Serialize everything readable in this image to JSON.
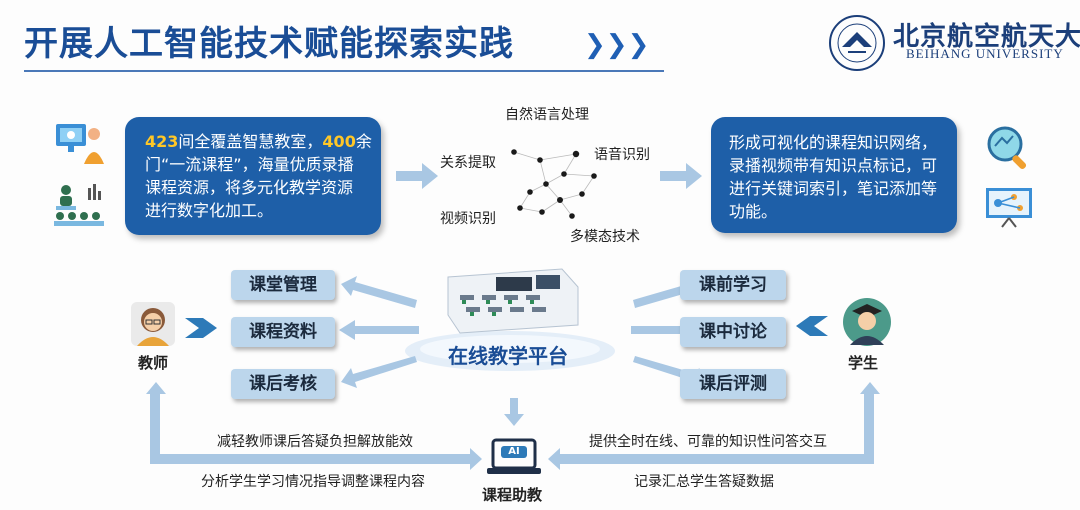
{
  "header": {
    "title": "开展人工智能技术赋能探索实践",
    "chevrons": "❯❯❯",
    "logo_cn": "北京航空航天大学",
    "logo_en": "BEIHANG UNIVERSITY"
  },
  "left_box": {
    "n1": "423",
    "t1": "间全覆盖智慧教室，",
    "n2": "400",
    "t2": "余",
    "line2": "门“一流课程”，海量优质录播",
    "line3": "课程资源，将多元化教学资源",
    "line4": "进行数字化加工。"
  },
  "right_box": {
    "line1": "形成可视化的课程知识网络，",
    "line2": "录播视频带有知识点标记，可",
    "line3": "进行关键词索引，笔记添加等",
    "line4": "功能。"
  },
  "technologies": {
    "nlp": "自然语言处理",
    "relation": "关系提取",
    "speech": "语音识别",
    "video": "视频识别",
    "multimodal": "多模态技术"
  },
  "platform": {
    "label": "在线教学平台"
  },
  "teacher_tools": [
    "课堂管理",
    "课程资料",
    "课后考核"
  ],
  "student_tools": [
    "课前学习",
    "课中讨论",
    "课后评测"
  ],
  "roles": {
    "teacher": "教师",
    "student": "学生",
    "assistant": "课程助教",
    "ai_badge": "AI"
  },
  "notes": {
    "left_top": "减轻教师课后答疑负担解放能效",
    "left_bottom": "分析学生学习情况指导调整课程内容",
    "right_top": "提供全时在线、可靠的知识性问答交互",
    "right_bottom": "记录汇总学生答疑数据"
  },
  "colors": {
    "title": "#1a4d96",
    "box": "#1e5fa8",
    "highlight": "#ffc727",
    "pill": "#bcd6ec",
    "arrow": "#a9c7e3"
  }
}
